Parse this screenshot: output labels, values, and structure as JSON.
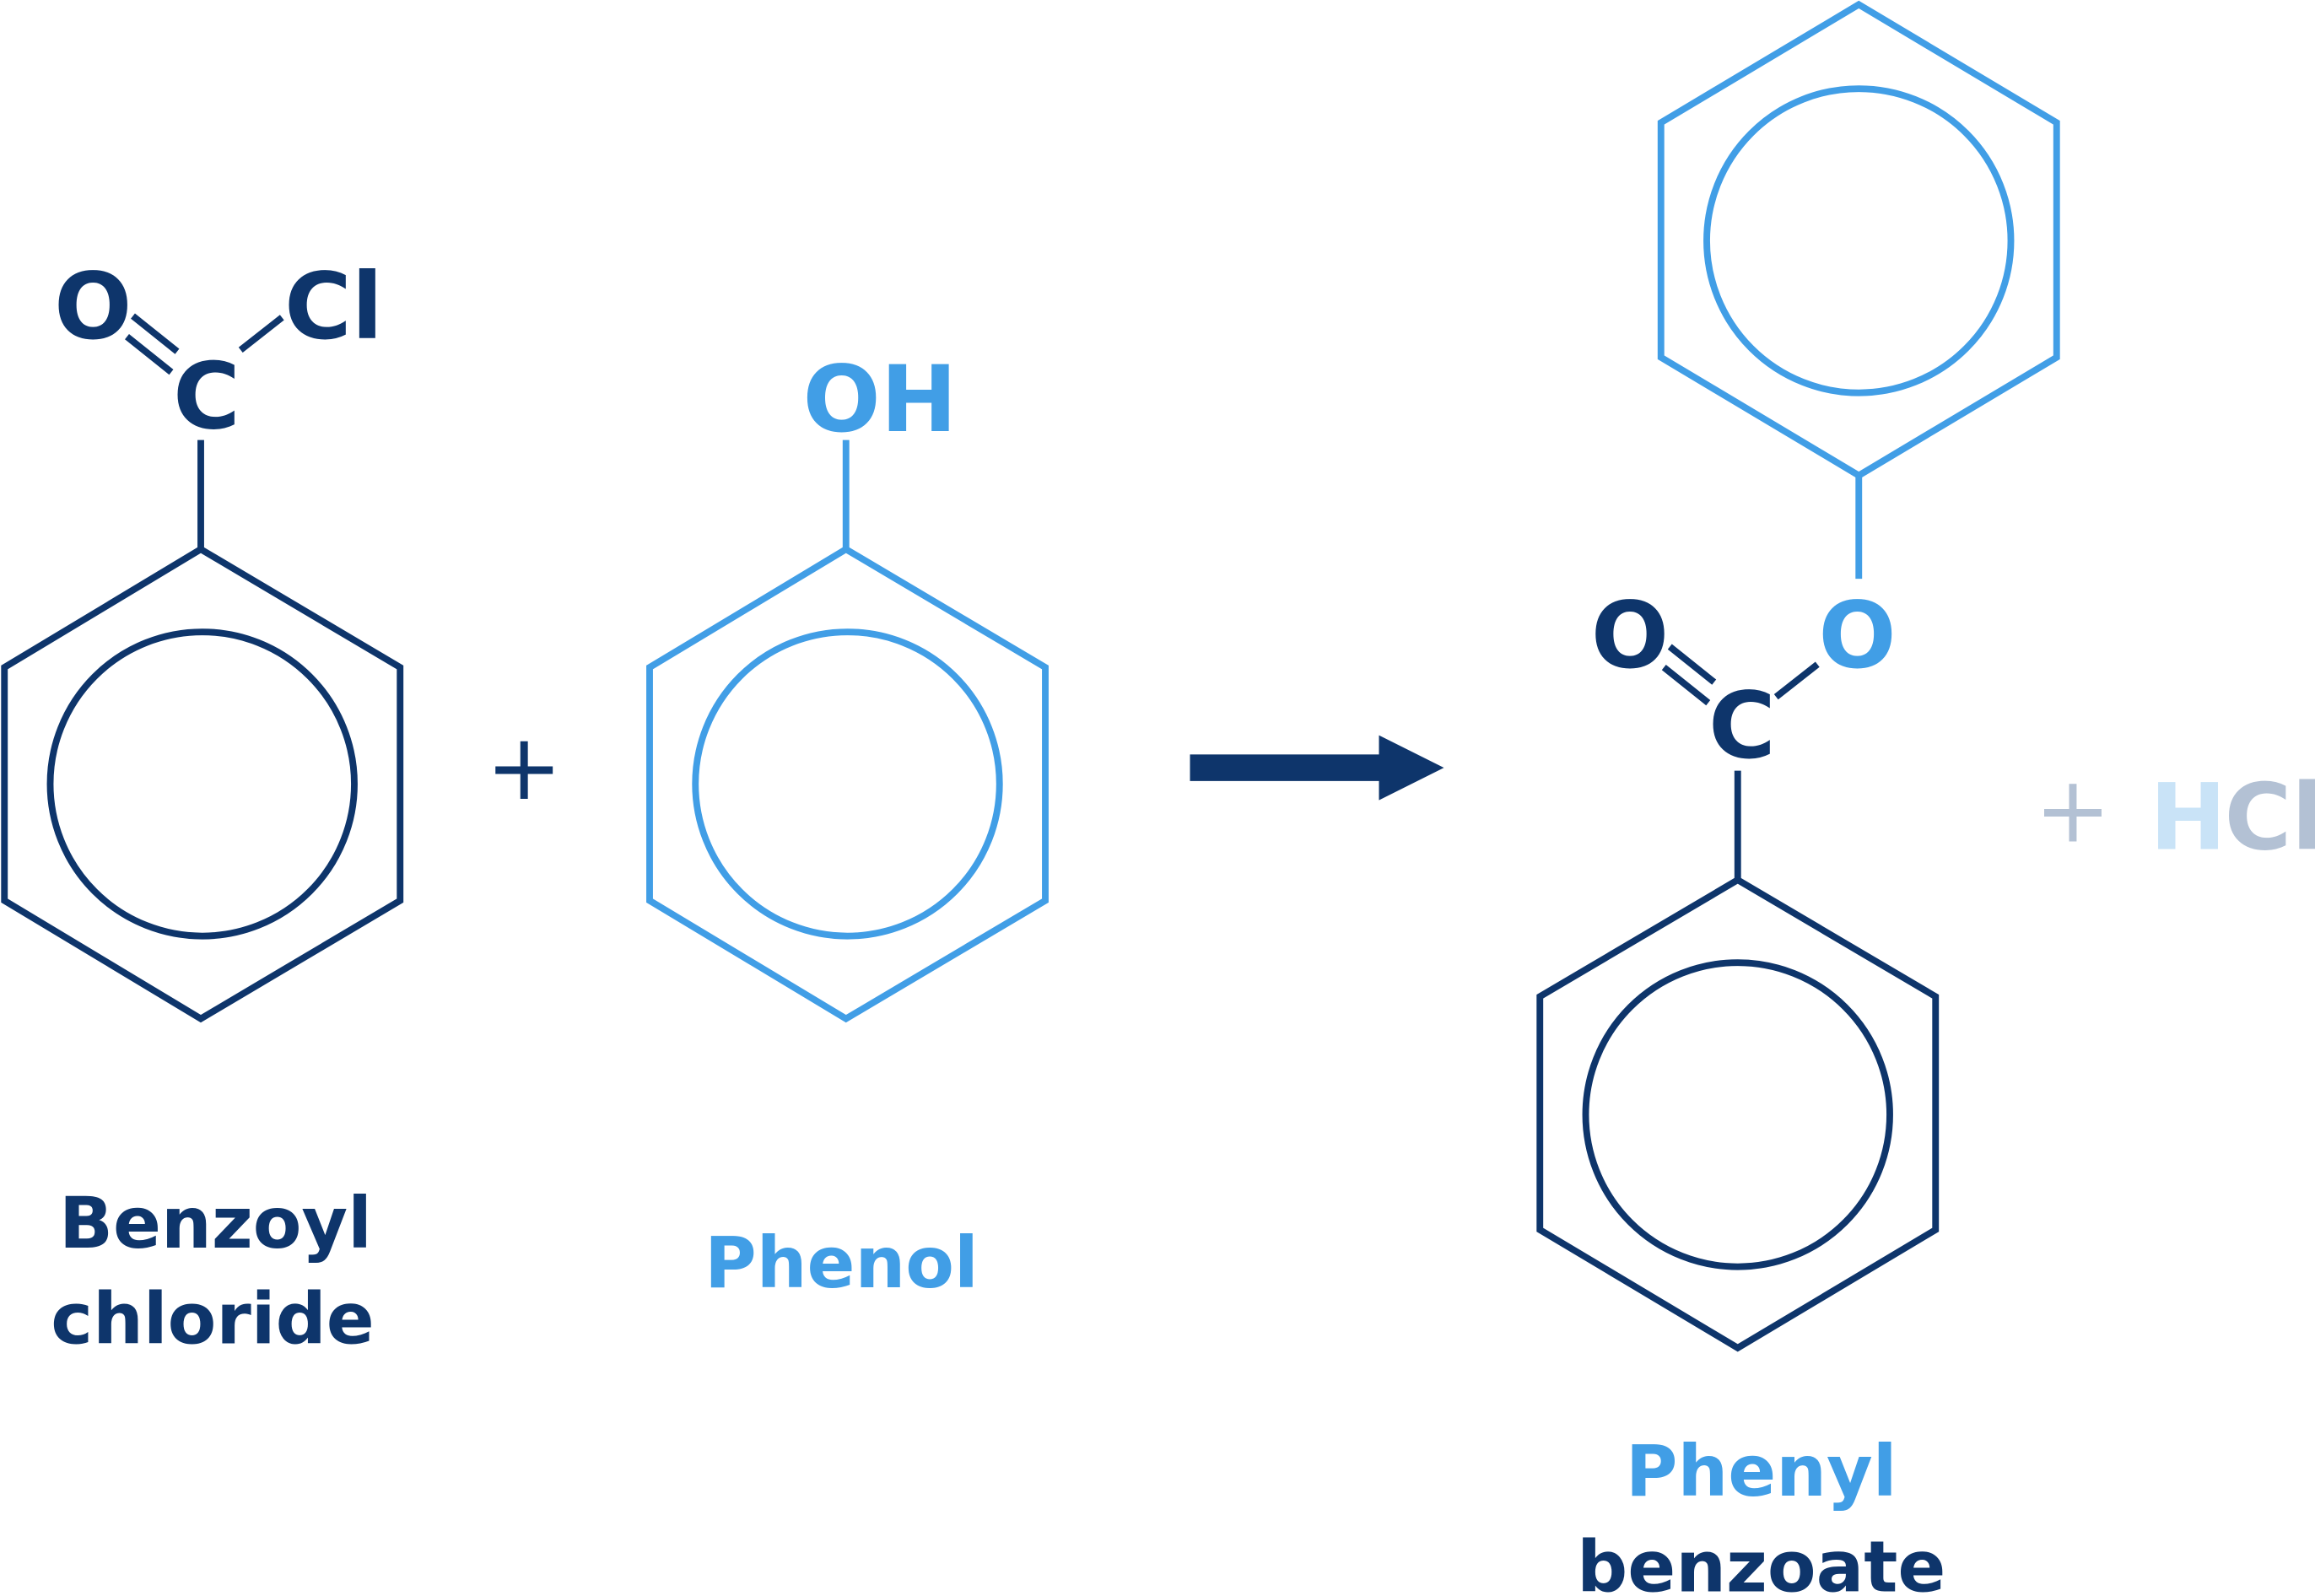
{
  "colors": {
    "dark": "#0e356b",
    "light": "#419ee6",
    "faded_light": "#c9e3f7",
    "faded_dark": "#b3c1d4",
    "background": "#ffffff"
  },
  "reactants": [
    {
      "name_line1": "Benzoyl",
      "name_line2": "chloride",
      "atoms": {
        "oxygen": "O",
        "carbon": "C",
        "chlorine": "Cl"
      }
    },
    {
      "name_line1": "Phenol",
      "atoms": {
        "hydroxyl": "OH"
      }
    }
  ],
  "operators": {
    "plus1": "+",
    "plus2": "+"
  },
  "products": [
    {
      "name_line1": "Phenyl",
      "name_line2": "benzoate",
      "atoms": {
        "carbonyl_oxygen": "O",
        "carbon": "C",
        "ester_oxygen": "O"
      }
    },
    {
      "formula_h": "H",
      "formula_cl": "Cl"
    }
  ]
}
